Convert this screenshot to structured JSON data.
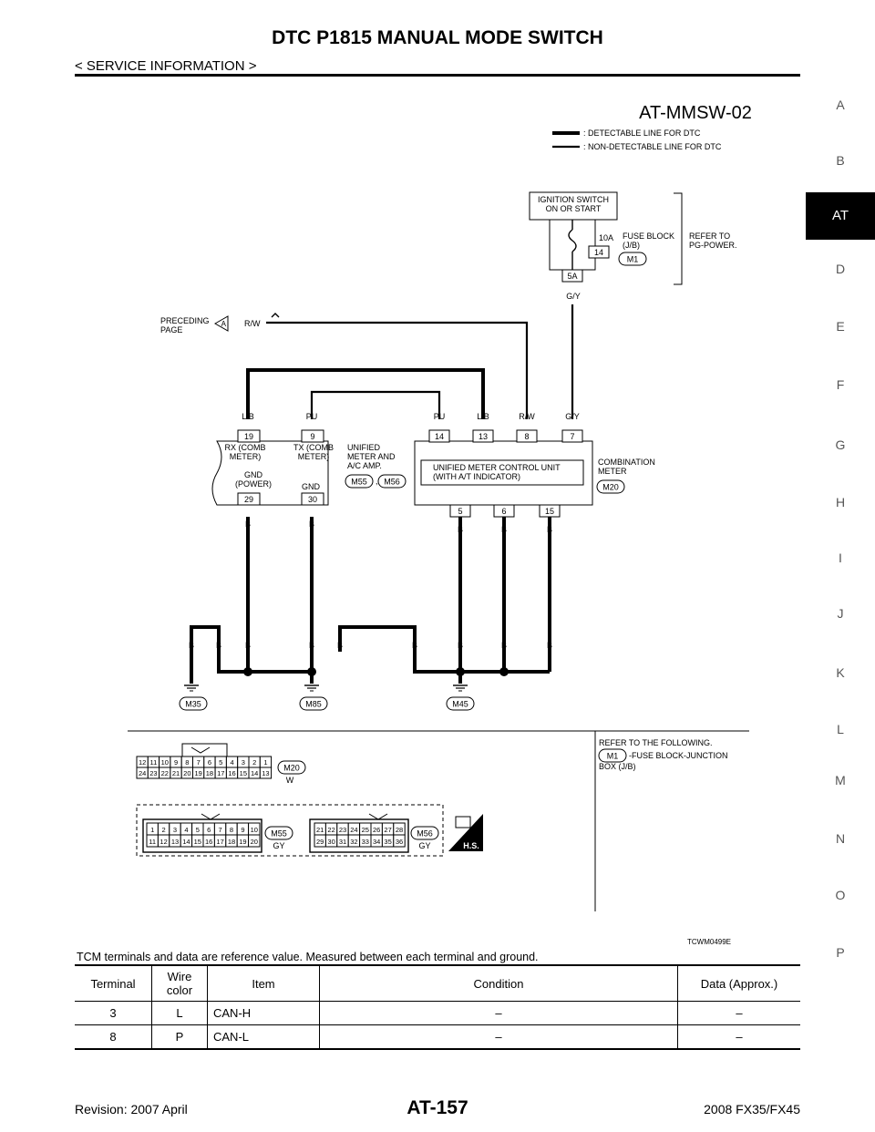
{
  "header": {
    "title": "DTC P1815 MANUAL MODE SWITCH",
    "subtitle": "< SERVICE INFORMATION >"
  },
  "side_tabs": [
    "A",
    "B",
    "AT",
    "D",
    "E",
    "F",
    "G",
    "H",
    "I",
    "J",
    "K",
    "L",
    "M",
    "N",
    "O",
    "P"
  ],
  "active_tab": "AT",
  "diagram": {
    "id": "AT-MMSW-02",
    "legend": [
      ": DETECTABLE LINE FOR DTC",
      ": NON-DETECTABLE LINE FOR DTC"
    ],
    "ignition": [
      "IGNITION SWITCH",
      "ON OR START"
    ],
    "fuse": {
      "amp": "10A",
      "num": "14",
      "term": "5A",
      "block": [
        "FUSE BLOCK",
        "(J/B)"
      ],
      "conn": "M1"
    },
    "refer_power": [
      "REFER TO",
      "PG-POWER."
    ],
    "preceding": [
      "PRECEDING",
      "PAGE"
    ],
    "preceding_marker": "A",
    "wire_colors": {
      "rw": "R/W",
      "gy": "G/Y",
      "lb": "L/B",
      "pu": "PU",
      "b": "B"
    },
    "unified_meter": {
      "pins_top": [
        "19",
        "9"
      ],
      "pins_bottom": [
        "29",
        "30"
      ],
      "rx": [
        "RX (COMB",
        "METER)"
      ],
      "tx": [
        "TX (COMB",
        "METER)"
      ],
      "gnd_power": [
        "GND",
        "(POWER)"
      ],
      "gnd": "GND",
      "name": [
        "UNIFIED",
        "METER AND",
        "A/C AMP."
      ],
      "conn1": "M55",
      "conn_sep": ",",
      "conn2": "M56"
    },
    "combination": {
      "pins_top": [
        "14",
        "13",
        "8",
        "7"
      ],
      "pins_bottom": [
        "5",
        "6",
        "15"
      ],
      "unit": [
        "UNIFIED METER CONTROL UNIT",
        "(WITH A/T INDICATOR)"
      ],
      "name": [
        "COMBINATION",
        "METER"
      ],
      "conn": "M20"
    },
    "grounds": [
      "M35",
      "M85",
      "M45"
    ],
    "refer_following": [
      "REFER TO THE FOLLOWING.",
      "-FUSE BLOCK-JUNCTION",
      "BOX (J/B)"
    ],
    "refer_conn": "M1",
    "m20_connector": {
      "row1": [
        "12",
        "11",
        "10",
        "9",
        "8",
        "7",
        "6",
        "5",
        "4",
        "3",
        "2",
        "1"
      ],
      "row2": [
        "24",
        "23",
        "22",
        "21",
        "20",
        "19",
        "18",
        "17",
        "16",
        "15",
        "14",
        "13"
      ],
      "name": "M20",
      "color": "W"
    },
    "m55_connector": {
      "row1": [
        "1",
        "2",
        "3",
        "4",
        "5",
        "6",
        "7",
        "8",
        "9",
        "10"
      ],
      "row2": [
        "11",
        "12",
        "13",
        "14",
        "15",
        "16",
        "17",
        "18",
        "19",
        "20"
      ],
      "name": "M55",
      "color": "GY"
    },
    "m56_connector": {
      "row1": [
        "21",
        "22",
        "23",
        "24",
        "25",
        "26",
        "27",
        "28"
      ],
      "row2": [
        "29",
        "30",
        "31",
        "32",
        "33",
        "34",
        "35",
        "36"
      ],
      "name": "M56",
      "color": "GY"
    },
    "hs_label": "H.S.",
    "figure_code": "TCWM0499E"
  },
  "caption": "TCM terminals and data are reference value. Measured between each terminal and ground.",
  "table": {
    "headers": [
      "Terminal",
      "Wire color",
      "Item",
      "Condition",
      "Data (Approx.)"
    ],
    "rows": [
      [
        "3",
        "L",
        "CAN-H",
        "–",
        "–"
      ],
      [
        "8",
        "P",
        "CAN-L",
        "–",
        "–"
      ]
    ]
  },
  "footer": {
    "revision": "Revision: 2007 April",
    "page": "AT-157",
    "model": "2008 FX35/FX45"
  }
}
